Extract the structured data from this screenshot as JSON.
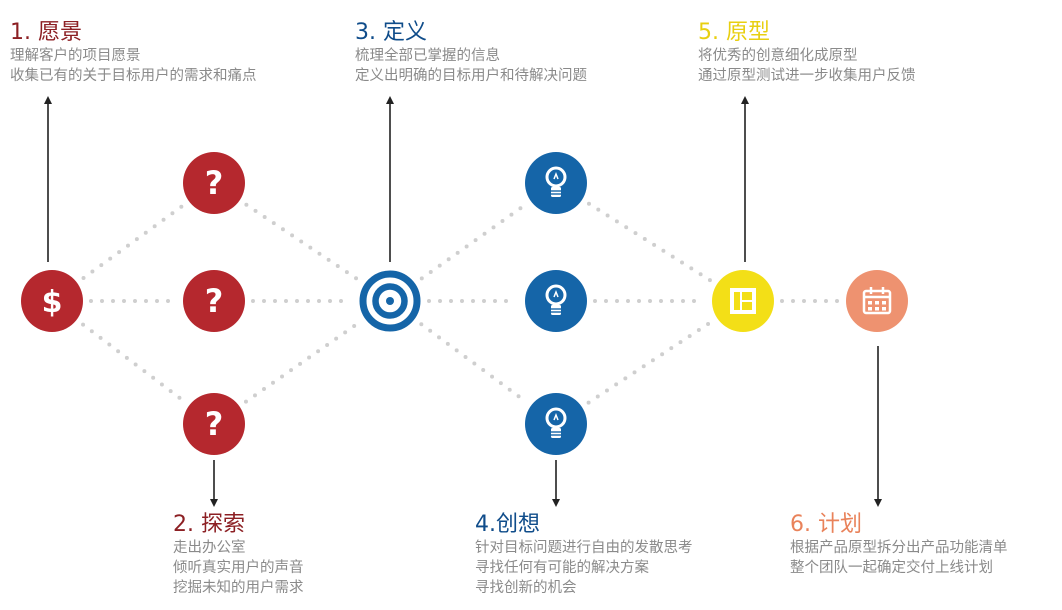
{
  "colors": {
    "red": "#b5282e",
    "blue": "#1565a8",
    "yellow": "#f3df17",
    "orange": "#ee9270",
    "dots": "#cfcfcf",
    "arrow": "#222222",
    "desc": "#8a8a8a"
  },
  "nodes": [
    {
      "id": "vision",
      "icon": "dollar-icon",
      "color": "red"
    },
    {
      "id": "explore-top",
      "icon": "question-icon",
      "color": "red"
    },
    {
      "id": "explore-mid",
      "icon": "question-icon",
      "color": "red"
    },
    {
      "id": "explore-bottom",
      "icon": "question-icon",
      "color": "red"
    },
    {
      "id": "define",
      "icon": "target-icon",
      "color": "blue"
    },
    {
      "id": "ideate-top",
      "icon": "lightbulb-icon",
      "color": "blue"
    },
    {
      "id": "ideate-mid",
      "icon": "lightbulb-icon",
      "color": "blue"
    },
    {
      "id": "ideate-bottom",
      "icon": "lightbulb-icon",
      "color": "blue"
    },
    {
      "id": "prototype",
      "icon": "layout-icon",
      "color": "yellow"
    },
    {
      "id": "plan",
      "icon": "calendar-icon",
      "color": "orange"
    }
  ],
  "stages": {
    "vision": {
      "title": "1. 愿景",
      "color": "#8c1f23",
      "lines": [
        "理解客户的项目愿景",
        "收集已有的关于目标用户的需求和痛点"
      ]
    },
    "explore": {
      "title": "2. 探索",
      "color": "#8c1f23",
      "lines": [
        "走出办公室",
        "倾听真实用户的声音",
        "挖掘未知的用户需求"
      ]
    },
    "define": {
      "title": "3. 定义",
      "color": "#0f4c8a",
      "lines": [
        "梳理全部已掌握的信息",
        "定义出明确的目标用户和待解决问题"
      ]
    },
    "ideate": {
      "title": "4.创想",
      "color": "#0f4c8a",
      "lines": [
        "针对目标问题进行自由的发散思考",
        "寻找任何有可能的解决方案",
        "寻找创新的机会"
      ]
    },
    "prototype": {
      "title": "5. 原型",
      "color": "#e8cf10",
      "lines": [
        "将优秀的创意细化成原型",
        "通过原型测试进一步收集用户反馈"
      ]
    },
    "plan": {
      "title": "6. 计划",
      "color": "#e9825a",
      "lines": [
        "根据产品原型拆分出产品功能清单",
        "整个团队一起确定交付上线计划"
      ]
    }
  }
}
